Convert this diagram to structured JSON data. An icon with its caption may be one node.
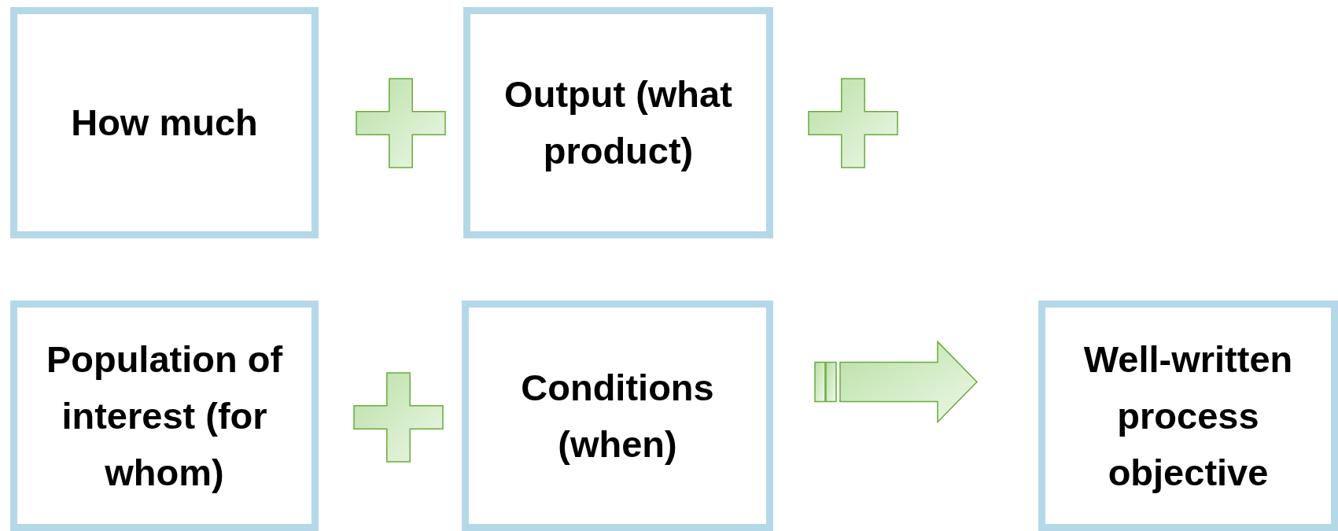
{
  "diagram": {
    "nodes": [
      {
        "text": [
          "How much"
        ]
      },
      {
        "text": [
          "Output (what product)"
        ]
      },
      {
        "text": [
          "Population of interest (for whom)"
        ]
      },
      {
        "text": [
          "Conditions (when)"
        ]
      },
      {
        "text": [
          "Well-written process objective"
        ]
      }
    ],
    "edges": [
      {
        "from": 3,
        "to": 4,
        "arrow": "to",
        "style": "thick"
      }
    ]
  }
}
